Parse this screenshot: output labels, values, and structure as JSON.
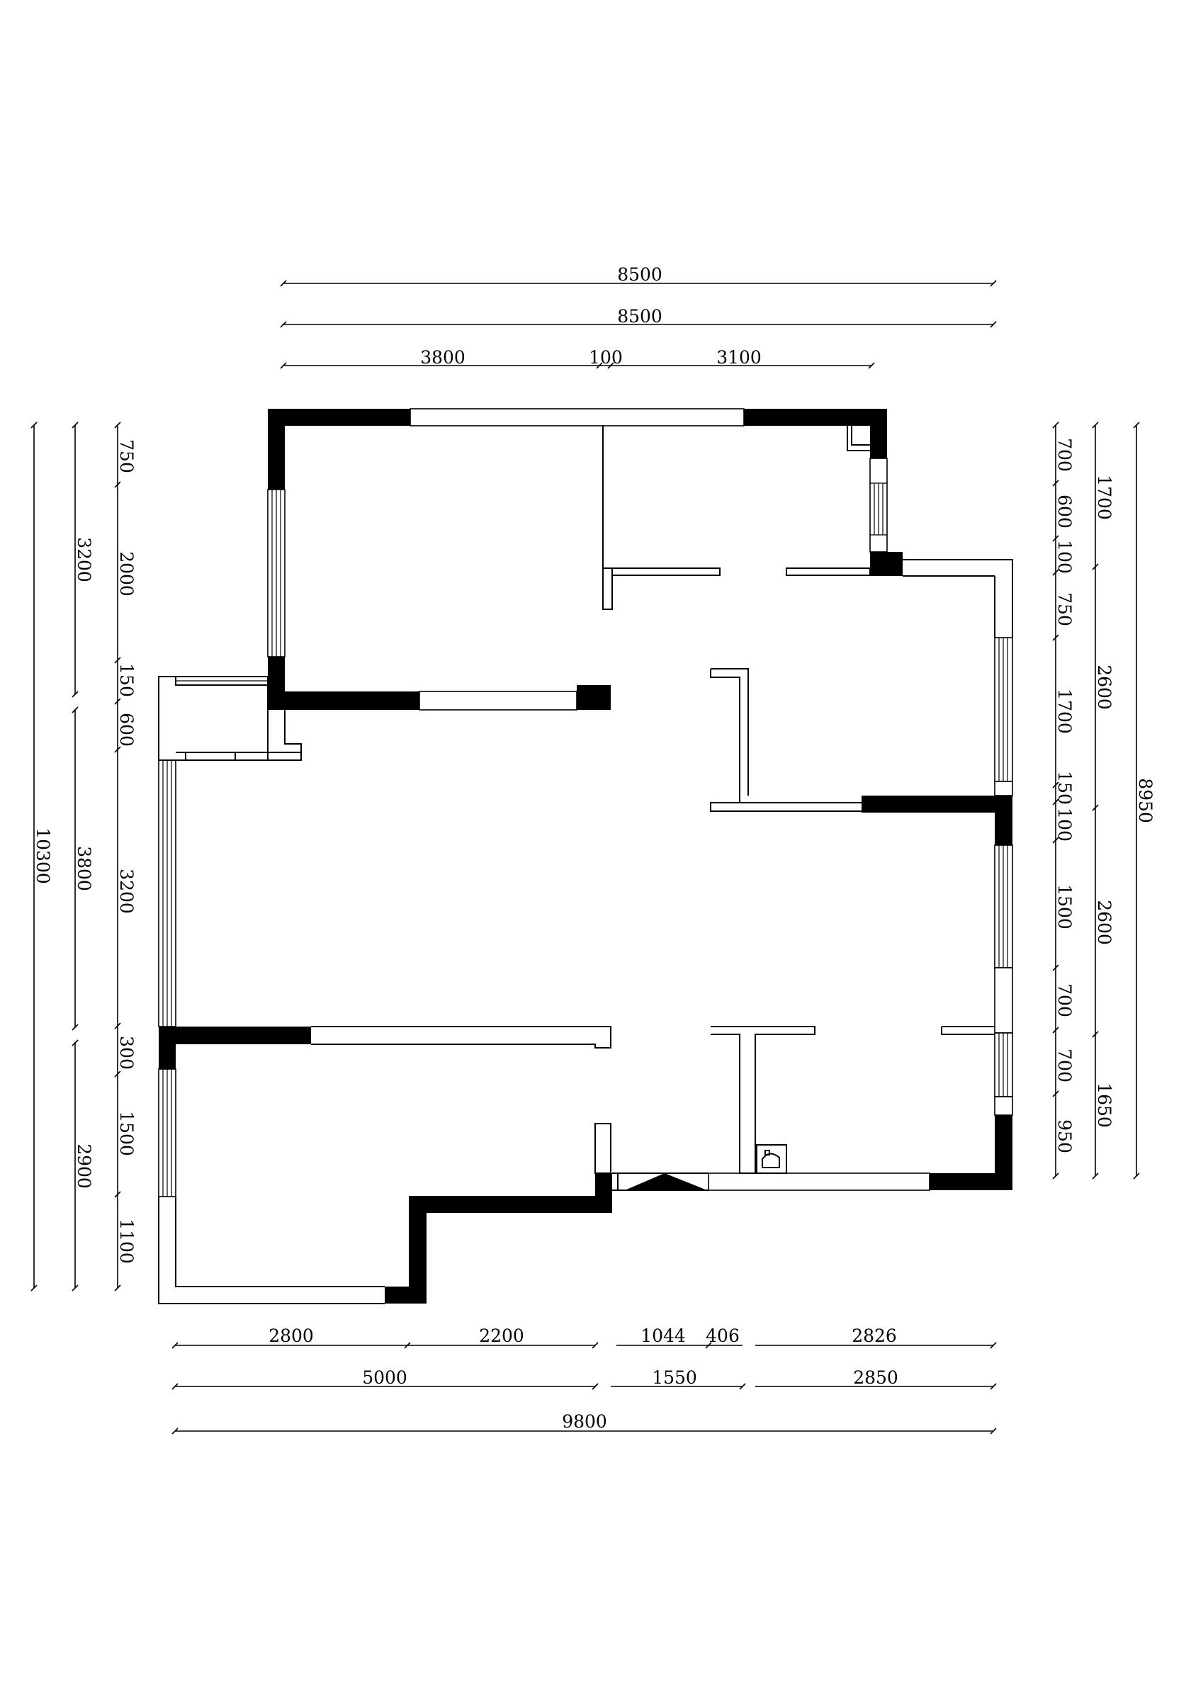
{
  "dimensions": {
    "top_row1": [
      "8500"
    ],
    "top_row2": [
      "8500"
    ],
    "top_row3": [
      "3800",
      "100",
      "3100"
    ],
    "bottom_row1": [
      "2800",
      "2200",
      "1044",
      "406",
      "2826"
    ],
    "bottom_row2": [
      "5000",
      "1550",
      "2850"
    ],
    "bottom_row3": [
      "9800"
    ],
    "left_outer": [
      "10300"
    ],
    "left_middle": [
      "3200",
      "3800",
      "2900"
    ],
    "left_inner": [
      "750",
      "2000",
      "150",
      "600",
      "3200",
      "300",
      "1500",
      "1100"
    ],
    "right_inner": [
      "700",
      "600",
      "100",
      "750",
      "1700",
      "150",
      "100",
      "1500",
      "700",
      "700",
      "950"
    ],
    "right_middle": [
      "1700",
      "2600",
      "2600",
      "1650"
    ],
    "right_outer": [
      "8950"
    ]
  }
}
